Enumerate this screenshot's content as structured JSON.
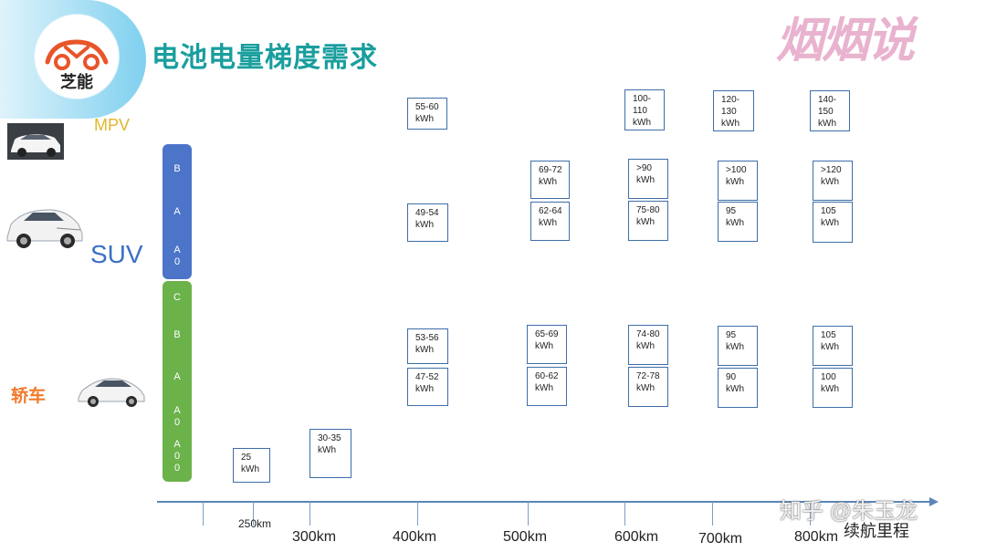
{
  "header": {
    "logo_text": "芝能",
    "title": "电池电量梯度需求",
    "brand": "烟烟说"
  },
  "categories": {
    "mpv": "MPV",
    "suv": "SUV",
    "sedan": "轿车"
  },
  "bar_segments": {
    "blue": [
      "B",
      "A",
      "A\n0"
    ],
    "green": [
      "C",
      "B",
      "A",
      "A\n0",
      "A\n0\n0"
    ]
  },
  "boxes": {
    "r250_sedan_a00": "25\nkWh",
    "r300_sedan_a00": "30-35\nkWh",
    "r400_mpv": "55-60\nkWh",
    "r400_suv_a": "49-54\nkWh",
    "r400_sedan_b": "53-56\nkWh",
    "r400_sedan_a": "47-52\nkWh",
    "r500_suv_b": "69-72\nkWh",
    "r500_suv_a": "62-64\nkWh",
    "r500_sedan_b": "65-69\nkWh",
    "r500_sedan_a": "60-62\nkWh",
    "r600_mpv": "100-\n110\nkWh",
    "r600_suv_b": ">90\nkWh",
    "r600_suv_a": "75-80\nkWh",
    "r600_sedan_b": "74-80\nkWh",
    "r600_sedan_a": "72-78\nkWh",
    "r700_mpv": "120-\n130\nkWh",
    "r700_suv_b": ">100\nkWh",
    "r700_suv_a": "95\nkWh",
    "r700_sedan_b": "95\nkWh",
    "r700_sedan_a": "90\nkWh",
    "r800_mpv": "140-\n150\nkWh",
    "r800_suv_b": ">120\nkWh",
    "r800_suv_a": "105\nkWh",
    "r800_sedan_b": "105\nkWh",
    "r800_sedan_a": "100\nkWh"
  },
  "axis": {
    "ticks": [
      "250km",
      "300km",
      "400km",
      "500km",
      "600km",
      "700km",
      "800km"
    ],
    "xlabel": "续航里程"
  },
  "watermark": "知乎 @朱玉龙",
  "colors": {
    "title": "#1a9e9e",
    "suv_bar": "#4c74c9",
    "sedan_bar": "#6bb24a",
    "mpv_label": "#e1b62b",
    "sedan_label": "#f17a2c",
    "box_border": "#3e6ea7"
  }
}
